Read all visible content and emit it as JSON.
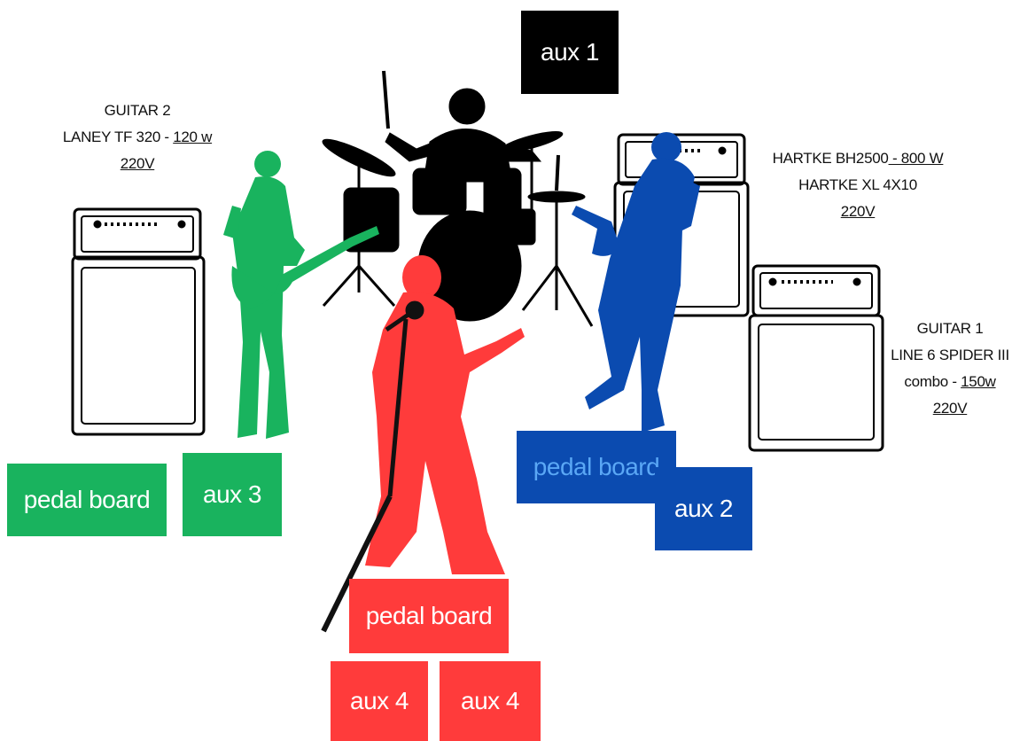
{
  "aux1": "aux 1",
  "guitar2": {
    "title": "GUITAR 2",
    "model_prefix": "LANEY TF 320 - ",
    "power": "120 w",
    "voltage": "220V"
  },
  "bass": {
    "head_model": "HARTKE BH2500",
    "power": " - 800 W",
    "cab_model": "HARTKE XL 4X10",
    "voltage": "220V"
  },
  "guitar1": {
    "title": "GUITAR 1",
    "model": "LINE 6 SPIDER III",
    "combo_prefix": "combo - ",
    "power": "150w",
    "voltage": "220V"
  },
  "left": {
    "pedal_board": "pedal board",
    "aux": "aux 3",
    "color": "#19b35e"
  },
  "right": {
    "pedal_board": "pedal board",
    "aux": "aux 2",
    "color": "#0b4bb0",
    "pedal_text_color": "#5aa7f5"
  },
  "center": {
    "pedal_board": "pedal board",
    "aux_a": "aux 4",
    "aux_b": "aux 4",
    "color": "#ff3b3b"
  }
}
